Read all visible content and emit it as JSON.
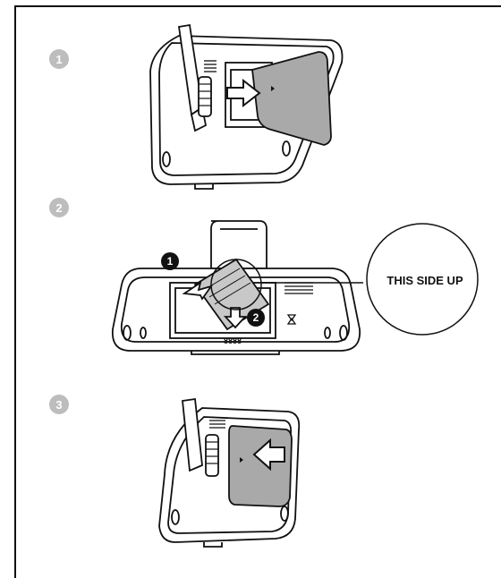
{
  "steps": [
    {
      "number": "1"
    },
    {
      "number": "2"
    },
    {
      "number": "3"
    }
  ],
  "callouts": [
    "1",
    "2"
  ],
  "zoom_label": "THIS SIDE UP",
  "battery_label": "8888",
  "colors": {
    "line": "#111111",
    "cover_fill": "#a9a9a9",
    "badge_gray": "#bdbdbd",
    "badge_black": "#111111"
  }
}
